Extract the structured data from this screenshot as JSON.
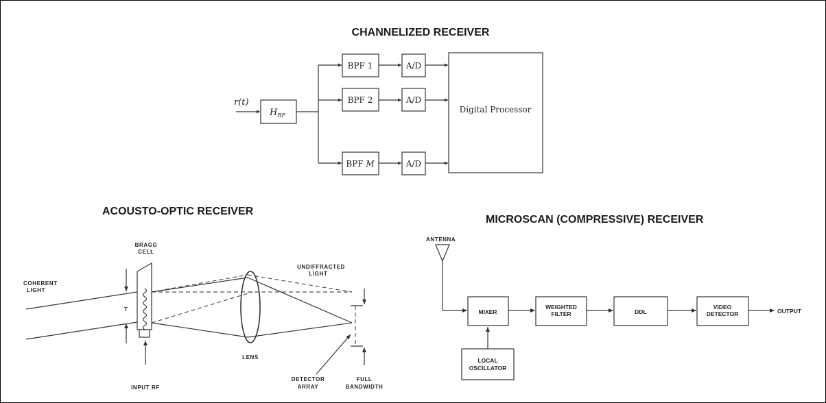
{
  "channelized": {
    "title": "CHANNELIZED RECEIVER",
    "input_label": "r(t)",
    "hrf_main": "H",
    "hrf_sub": "RF",
    "bpf1": "BPF 1",
    "bpf2": "BPF 2",
    "bpfm_text": "BPF ",
    "bpfm_var": "M",
    "ad": "A/D",
    "processor": "Digital Processor"
  },
  "acousto": {
    "title": "ACOUSTO-OPTIC RECEIVER",
    "bragg_1": "BRAGG",
    "bragg_2": "CELL",
    "coherent_1": "COHERENT",
    "coherent_2": "LIGHT",
    "t_label": "T",
    "undiff_1": "UNDIFFRACTED",
    "undiff_2": "LIGHT",
    "lens": "LENS",
    "input_rf": "INPUT RF",
    "detector_1": "DETECTOR",
    "detector_2": "ARRAY",
    "full_1": "FULL",
    "full_2": "BANDWIDTH"
  },
  "microscan": {
    "title": "MICROSCAN (COMPRESSIVE) RECEIVER",
    "antenna": "ANTENNA",
    "mixer": "MIXER",
    "weighted_1": "WEIGHTED",
    "weighted_2": "FILTER",
    "ddl": "DDL",
    "video_1": "VIDEO",
    "video_2": "DETECTOR",
    "output": "OUTPUT",
    "lo_1": "LOCAL",
    "lo_2": "OSCILLATOR"
  }
}
